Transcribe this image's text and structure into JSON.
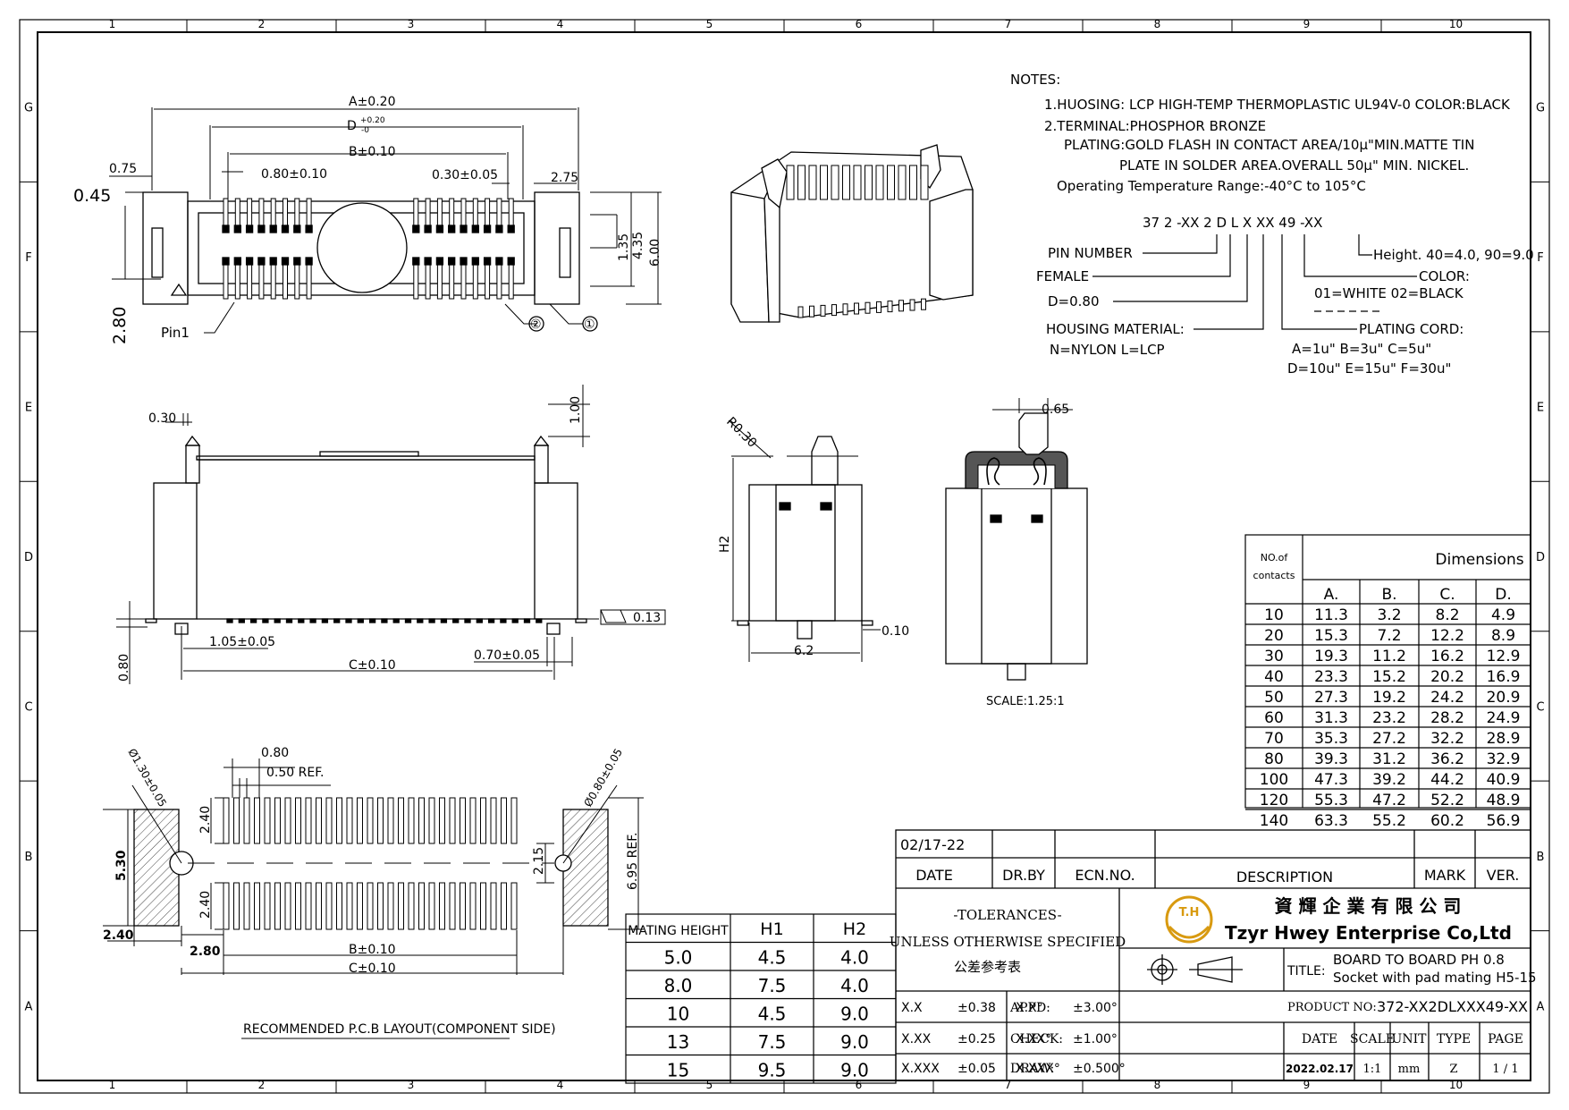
{
  "frame": {
    "columns": [
      "1",
      "2",
      "3",
      "4",
      "5",
      "6",
      "7",
      "8",
      "9",
      "10"
    ],
    "rows": [
      "G",
      "F",
      "E",
      "D",
      "C",
      "B",
      "A"
    ]
  },
  "notes": {
    "heading": "NOTES:",
    "lines": [
      "1.HUOSING: LCP HIGH-TEMP THERMOPLASTIC UL94V-0  COLOR:BLACK",
      "2.TERMINAL:PHOSPHOR BRONZE",
      "PLATING:GOLD FLASH IN CONTACT AREA/10μ\"MIN.MATTE TIN",
      "PLATE IN SOLDER AREA.OVERALL 50μ\" MIN. NICKEL.",
      "Operating Temperature Range:-40°C  to 105°C"
    ]
  },
  "part_code": {
    "code": "37 2 -XX 2 D L X XX 49 -XX",
    "pin_number": "PIN NUMBER",
    "female": "FEMALE",
    "pitch": "D=0.80",
    "housing_material": "HOUSING MATERIAL:",
    "housing_options": "N=NYLON     L=LCP",
    "height": "Height. 40=4.0, 90=9.0",
    "color": "COLOR:",
    "color_options": "01=WHITE  02=BLACK",
    "plating_cord": "PLATING CORD:",
    "plating_options_1": "A=1u\"  B=3u\"  C=5u\"",
    "plating_options_2": "D=10u\" E=15u\" F=30u\""
  },
  "top_view": {
    "dim_a": "A±0.20",
    "dim_d": "D",
    "dim_d_tol": "+0.20",
    "dim_d_tol2": "-0",
    "dim_b": "B±0.10",
    "pitch": "0.80±0.10",
    "width": "0.30±0.05",
    "left_075": "0.75",
    "left_045": "0.45",
    "right_275": "2.75",
    "h135": "1.35",
    "h435": "4.35",
    "h600": "6.00",
    "v280": "2.80",
    "pin1": "Pin1",
    "callout_1": "①",
    "callout_2": "②"
  },
  "side_view": {
    "d030": "0.30",
    "d100": "1.00",
    "d105": "1.05±0.05",
    "c_dim": "C±0.10",
    "d070": "0.70±0.05",
    "d080": "0.80",
    "flat": "0.13"
  },
  "end_view": {
    "r030": "R0.30",
    "h2": "H2",
    "w62": "6.2",
    "d010": "0.10"
  },
  "section_view": {
    "d065": "0.65",
    "scale": "SCALE:1.25:1"
  },
  "pcb_layout": {
    "hole_130": "Ø1.30±0.05",
    "hole_080": "Ø0.80±0.05",
    "d080": "0.80",
    "ref050": "0.50  REF.",
    "h240a": "2.40",
    "h240b": "2.40",
    "h530": "5.30",
    "h215": "2.15",
    "ref695": "6.95 REF.",
    "w240": "2.40",
    "w280": "2.80",
    "b_dim": "B±0.10",
    "c_dim": "C±0.10",
    "caption": "RECOMMENDED P.C.B LAYOUT(COMPONENT SIDE)"
  },
  "dimensions_table": {
    "title": "Dimensions",
    "col0": "NO.of contacts",
    "cols": [
      "A.",
      "B.",
      "C.",
      "D."
    ],
    "rows": [
      [
        "10",
        "11.3",
        "3.2",
        "8.2",
        "4.9"
      ],
      [
        "20",
        "15.3",
        "7.2",
        "12.2",
        "8.9"
      ],
      [
        "30",
        "19.3",
        "11.2",
        "16.2",
        "12.9"
      ],
      [
        "40",
        "23.3",
        "15.2",
        "20.2",
        "16.9"
      ],
      [
        "50",
        "27.3",
        "19.2",
        "24.2",
        "20.9"
      ],
      [
        "60",
        "31.3",
        "23.2",
        "28.2",
        "24.9"
      ],
      [
        "70",
        "35.3",
        "27.2",
        "32.2",
        "28.9"
      ],
      [
        "80",
        "39.3",
        "31.2",
        "36.2",
        "32.9"
      ],
      [
        "100",
        "47.3",
        "39.2",
        "44.2",
        "40.9"
      ],
      [
        "120",
        "55.3",
        "47.2",
        "52.2",
        "48.9"
      ],
      [
        "140",
        "63.3",
        "55.2",
        "60.2",
        "56.9"
      ]
    ]
  },
  "mating_table": {
    "headers": [
      "MATING HEIGHT",
      "H1",
      "H2"
    ],
    "rows": [
      [
        "5.0",
        "4.5",
        "4.0"
      ],
      [
        "8.0",
        "7.5",
        "4.0"
      ],
      [
        "10",
        "4.5",
        "9.0"
      ],
      [
        "13",
        "7.5",
        "9.0"
      ],
      [
        "15",
        "9.5",
        "9.0"
      ]
    ]
  },
  "title_block": {
    "rev_date": "02/17-22",
    "hdr_date": "DATE",
    "hdr_drby": "DR.BY",
    "hdr_ecn": "ECN.NO.",
    "hdr_desc": "DESCRIPTION",
    "hdr_mark": "MARK",
    "hdr_ver": "VER.",
    "tol_title": "-TOLERANCES-",
    "tol_sub": "UNLESS OTHERWISE SPECIFIED",
    "tol_cn": "公差参考表",
    "tol_rows": [
      [
        "X.X",
        "±0.38",
        "X.X°",
        "±3.00°"
      ],
      [
        "X.XX",
        "±0.25",
        "X.XX°",
        "±1.00°"
      ],
      [
        "X.XXX",
        "±0.05",
        "X.XXX°",
        "±0.500°"
      ]
    ],
    "company_cn": "資 輝 企 業 有 限 公 司",
    "company_en": "Tzyr Hwey Enterprise Co,Ltd",
    "logo_text": "T.H",
    "title_label": "TITLE:",
    "title_line1": "BOARD TO BOARD PH 0.8",
    "title_line2": "Socket with pad mating H5-15",
    "appd": "APPD:",
    "check": "CHECK:",
    "draw": "DRAW:",
    "product_no_label": "PRODUCT NO:",
    "product_no": "372-XX2DLXXX49-XX",
    "f_date": "DATE",
    "f_scale": "SCALE",
    "f_unit": "UNIT",
    "f_type": "TYPE",
    "f_page": "PAGE",
    "v_date": "2022.02.17",
    "v_scale": "1:1",
    "v_unit": "mm",
    "v_type": "Z",
    "v_page": "1 / 1"
  },
  "colors": {
    "line": "#000000",
    "logo": "#d89a10",
    "logo_red": "#d02010",
    "hatch": "#444444"
  }
}
